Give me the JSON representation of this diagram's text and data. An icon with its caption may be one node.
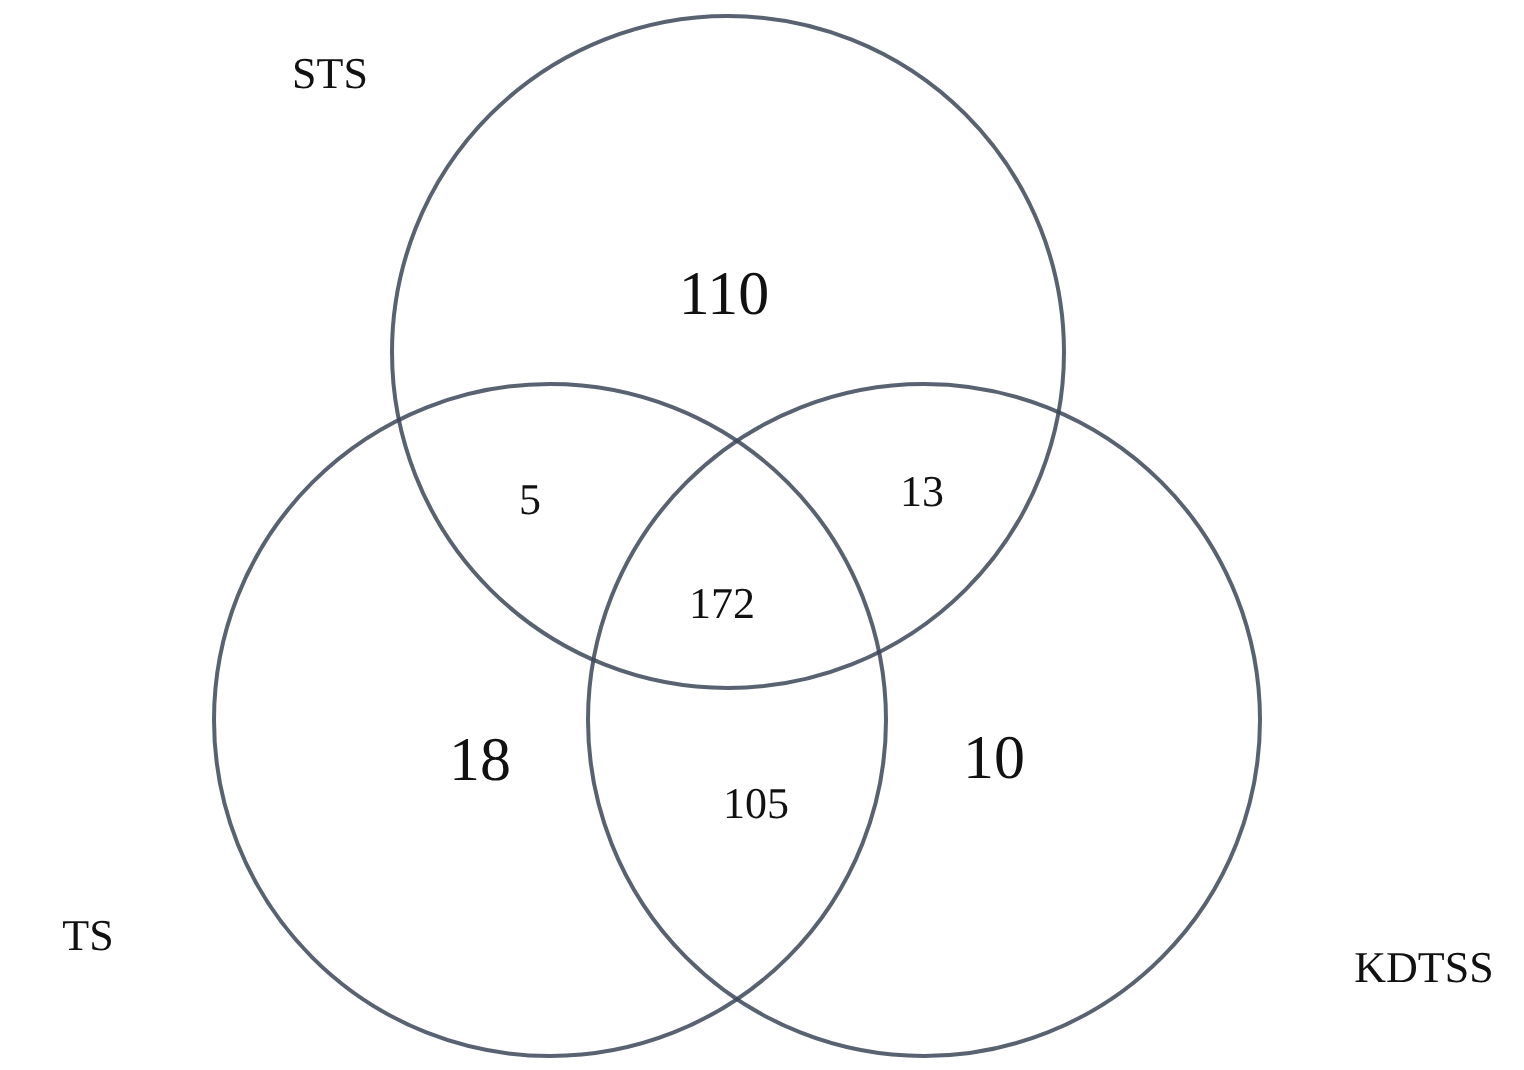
{
  "diagram": {
    "nodes": [
      {
        "text": [
          "STS"
        ]
      },
      {
        "text": [
          "TS"
        ]
      },
      {
        "text": [
          "KDTSS"
        ]
      }
    ],
    "labels": [
      "110",
      "5",
      "13",
      "172",
      "18",
      "10",
      "105"
    ]
  }
}
